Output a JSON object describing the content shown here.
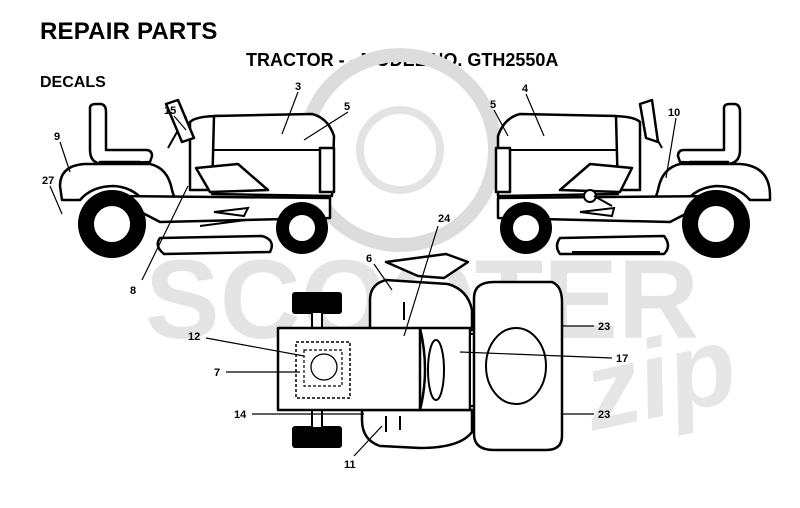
{
  "header": {
    "title": "REPAIR PARTS",
    "model": "TRACTOR - - MODEL NO. GTH2550A",
    "section": "DECALS"
  },
  "watermark": {
    "text": "SCOOTER",
    "script": "zip"
  },
  "colors": {
    "ink": "#000000",
    "watermark": "#d9d9d9"
  },
  "callouts": {
    "c3": "3",
    "c5a": "5",
    "c15": "15",
    "c9": "9",
    "c27": "27",
    "c8": "8",
    "c5b": "5",
    "c4": "4",
    "c10": "10",
    "c24": "24",
    "c6": "6",
    "c12": "12",
    "c7": "7",
    "c14": "14",
    "c11": "11",
    "c23a": "23",
    "c17": "17",
    "c23b": "23"
  }
}
